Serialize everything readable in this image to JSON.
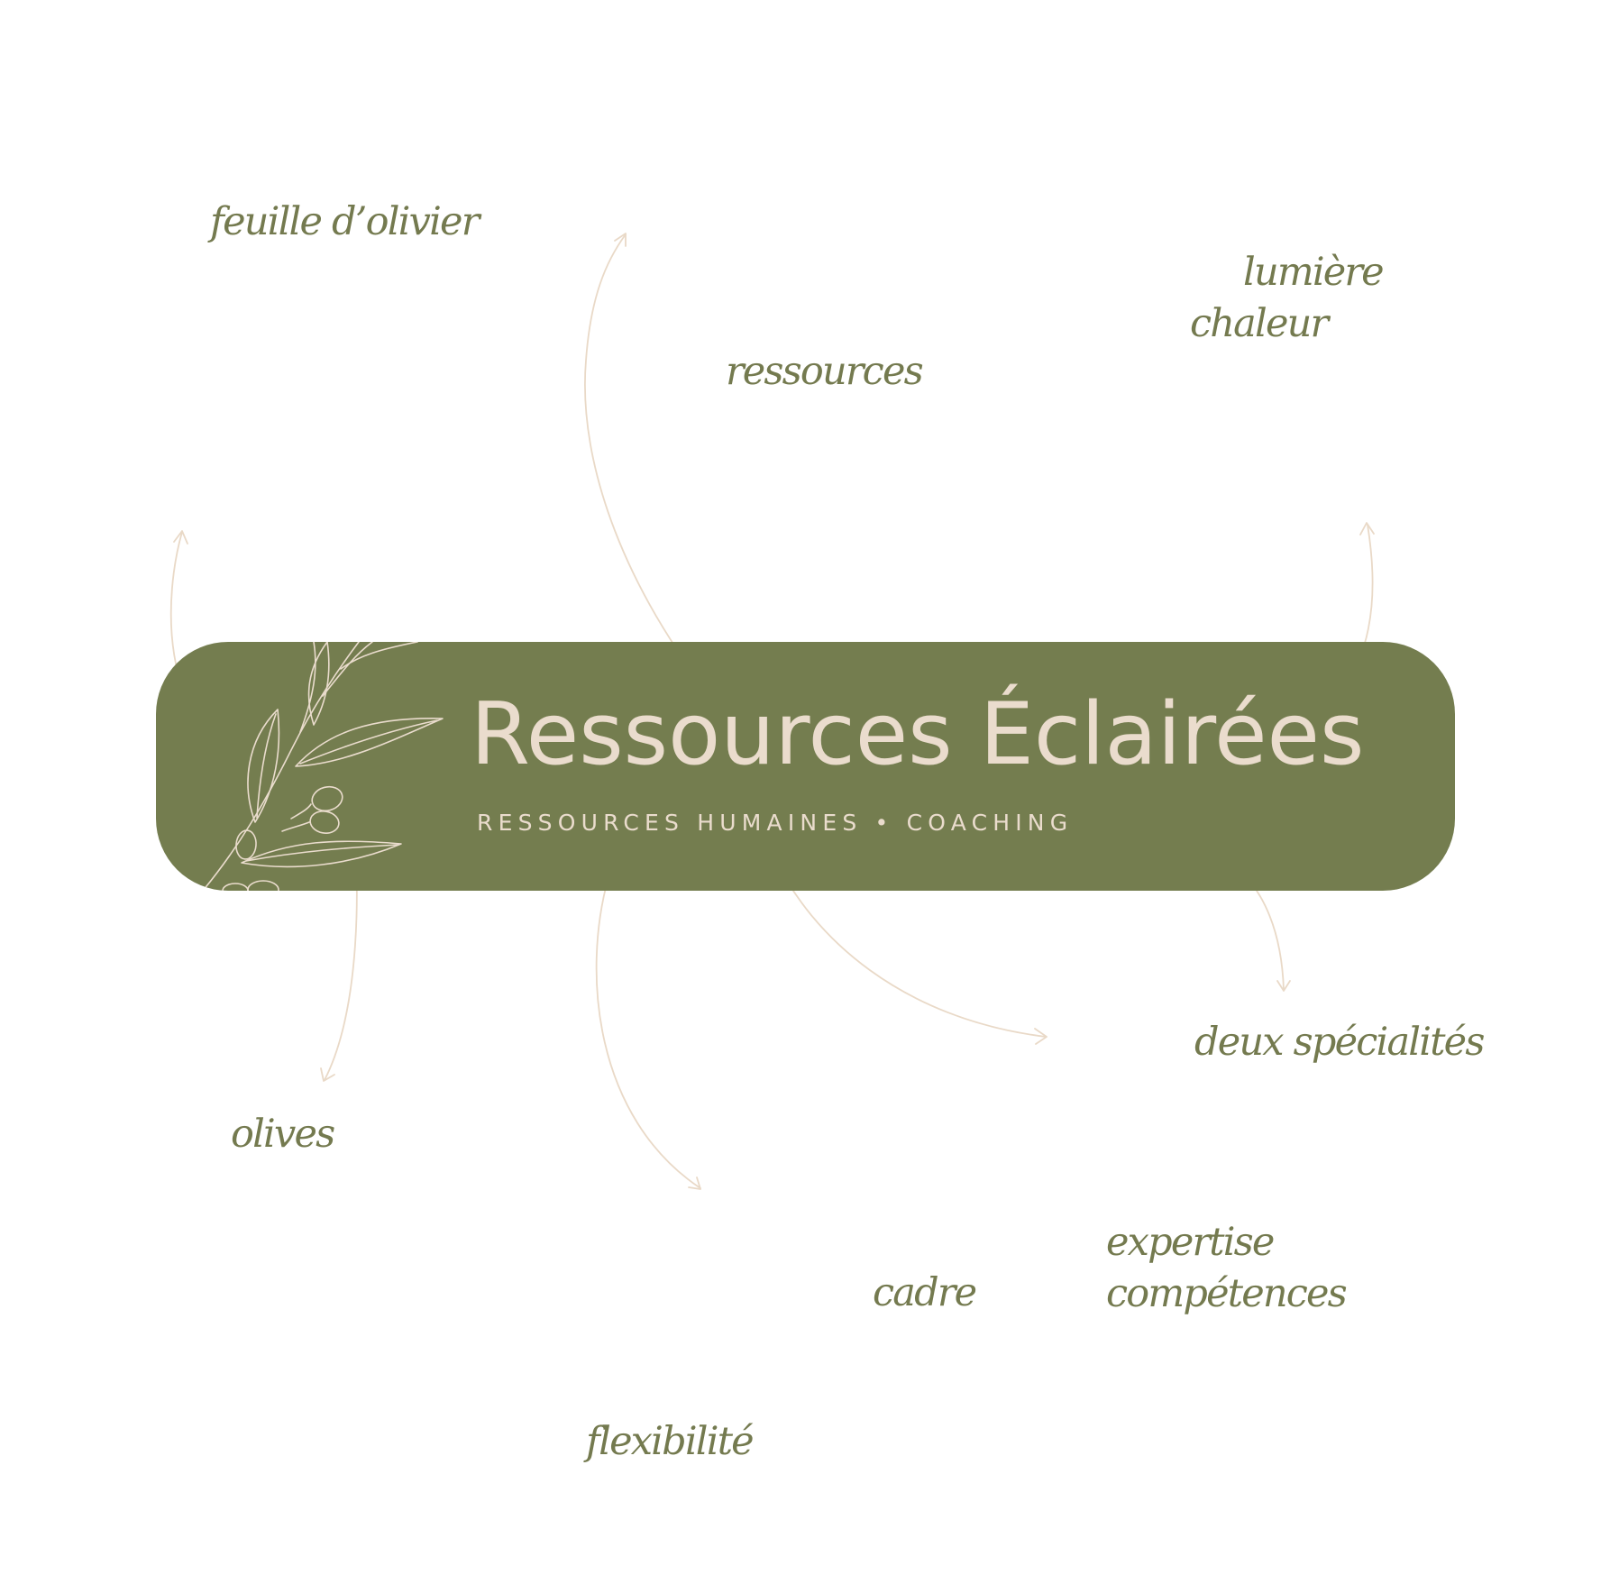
{
  "brand": {
    "name": "Ressources Éclairées",
    "tagline": "RESSOURCES HUMAINES • COACHING"
  },
  "keywords": {
    "olive_leaf": "feuille d’olivier",
    "resources": "ressources",
    "light": "lumière",
    "warmth": "chaleur",
    "olives": "olives",
    "two_specialties": "deux spécialités",
    "expertise": "expertise",
    "skills": "compétences",
    "frame": "cadre",
    "flexibility": "flexibilité"
  },
  "colors": {
    "panel": "#747d4f",
    "text_light": "#eadccd",
    "keyword_text": "#747a4f",
    "connector": "#e9d9c7",
    "background": "#ffffff"
  },
  "icons": [
    "olive-branch-icon"
  ]
}
